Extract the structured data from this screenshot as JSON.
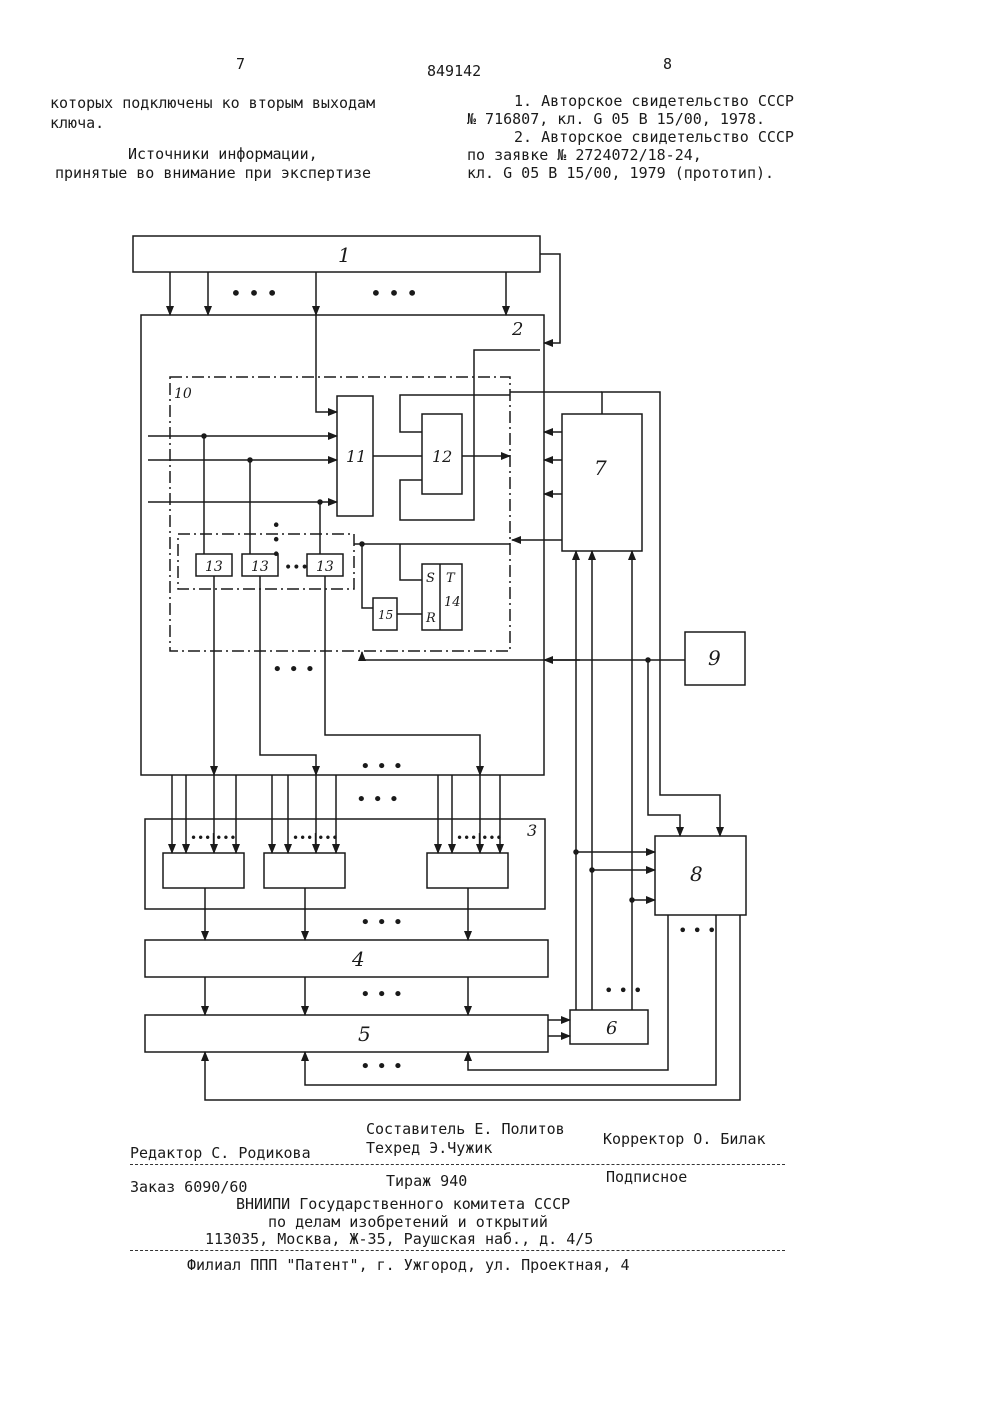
{
  "header": {
    "page_left": "7",
    "patent_number": "849142",
    "page_right": "8"
  },
  "left_column": {
    "line1": "которых подключены ко вторым выходам",
    "line2": "ключа.",
    "sources_line1": "Источники информации,",
    "sources_line2": "принятые во внимание при экспертизе"
  },
  "right_column": {
    "ref1_line1": "1. Авторское свидетельство СССР",
    "ref1_line2": "№ 716807, кл. G 05 В 15/00, 1978.",
    "ref2_line1": "2. Авторское свидетельство СССР",
    "ref2_line2": "по заявке № 2724072/18-24,",
    "ref2_line3": "кл. G 05 В 15/00, 1979 (прототип)."
  },
  "diagram": {
    "block_labels": {
      "b1": "1",
      "b2": "2",
      "b3": "3",
      "b4": "4",
      "b5": "5",
      "b6": "6",
      "b7": "7",
      "b8": "8",
      "b9": "9",
      "b10": "10",
      "b11": "11",
      "b12": "12",
      "b13a": "13",
      "b13b": "13",
      "b13c": "13",
      "b14": "14",
      "b15": "15"
    },
    "trigger_labels": {
      "s": "S",
      "r": "R",
      "t": "T"
    }
  },
  "footer": {
    "compiler": "Составитель Е. Политов",
    "editor": "Редактор С. Родикова",
    "techred": "Техред Э.Чужик",
    "corrector": "Корректор О. Билак",
    "order": "Заказ 6090/60",
    "circulation": "Тираж 940",
    "subscription": "Подписное",
    "org_line1": "ВНИИПИ Государственного комитета СССР",
    "org_line2": "по делам изобретений и открытий",
    "org_line3": "113035, Москва, Ж-35, Раушская наб., д. 4/5",
    "branch": "Филиал ППП \"Патент\", г. Ужгород, ул. Проектная, 4"
  }
}
